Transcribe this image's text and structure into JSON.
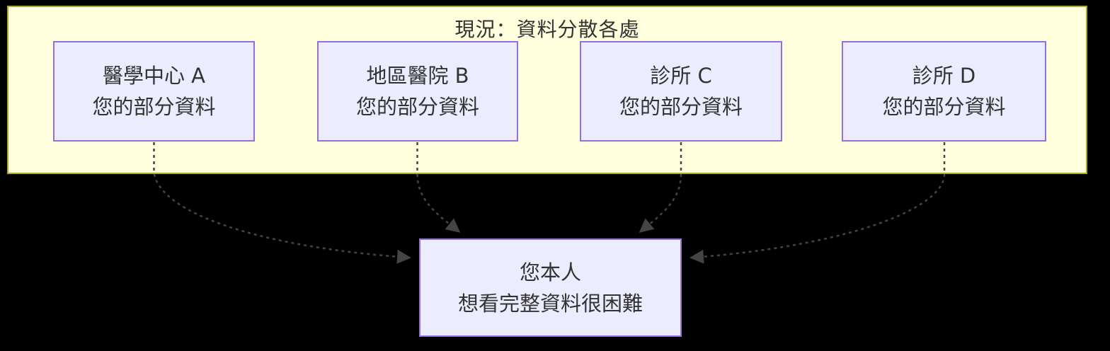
{
  "diagram": {
    "container": {
      "title": "現況：資料分散各處"
    },
    "sources": [
      {
        "id": "A",
        "line1": "醫學中心 A",
        "line2": "您的部分資料"
      },
      {
        "id": "B",
        "line1": "地區醫院 B",
        "line2": "您的部分資料"
      },
      {
        "id": "C",
        "line1": "診所 C",
        "line2": "您的部分資料"
      },
      {
        "id": "D",
        "line1": "診所 D",
        "line2": "您的部分資料"
      }
    ],
    "target": {
      "line1": "您本人",
      "line2": "想看完整資料很困難"
    },
    "edges": [
      {
        "from": "醫學中心 A",
        "to": "您本人",
        "style": "dashed"
      },
      {
        "from": "地區醫院 B",
        "to": "您本人",
        "style": "dashed"
      },
      {
        "from": "診所 C",
        "to": "您本人",
        "style": "dashed"
      },
      {
        "from": "診所 D",
        "to": "您本人",
        "style": "dashed"
      }
    ],
    "colors": {
      "background": "#000000",
      "container_fill": "#ffffde",
      "container_border": "#aaaa33",
      "node_fill": "#ececff",
      "node_border": "#9370db",
      "edge": "#444444",
      "text": "#333333"
    }
  }
}
